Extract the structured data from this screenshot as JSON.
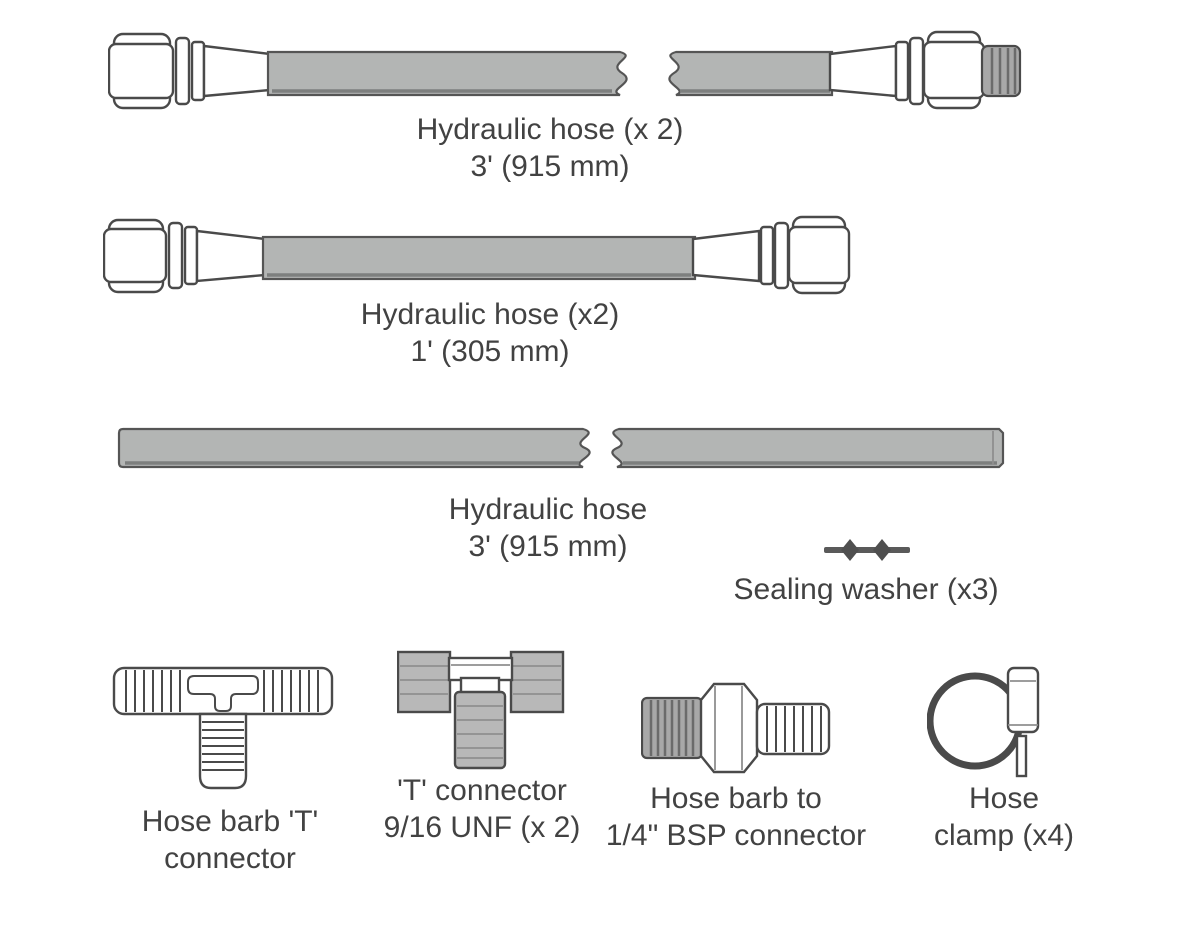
{
  "title": "Hydraulic hose kit components diagram",
  "colors": {
    "hose_gray": "#b3b5b4",
    "outline": "#4a4a4a",
    "metal_gray": "#b8b8b8",
    "thread_gray": "#a8a8a8",
    "text": "#424242",
    "background": "#ffffff"
  },
  "items": {
    "hose_long": {
      "line1": "Hydraulic hose (x 2)",
      "line2": "3' (915 mm)"
    },
    "hose_short": {
      "line1": "Hydraulic hose (x2)",
      "line2": "1' (305 mm)"
    },
    "hose_plain": {
      "line1": "Hydraulic hose",
      "line2": "3' (915 mm)"
    },
    "sealing_washer": {
      "label": "Sealing washer (x3)"
    },
    "hose_barb_t": {
      "line1": "Hose barb 'T'",
      "line2": "connector"
    },
    "t_connector": {
      "line1": "'T' connector",
      "line2": "9/16 UNF (x 2)"
    },
    "hose_barb_bsp": {
      "line1": "Hose barb to",
      "line2": "1/4\" BSP connector"
    },
    "hose_clamp": {
      "line1": "Hose",
      "line2": "clamp (x4)"
    }
  }
}
